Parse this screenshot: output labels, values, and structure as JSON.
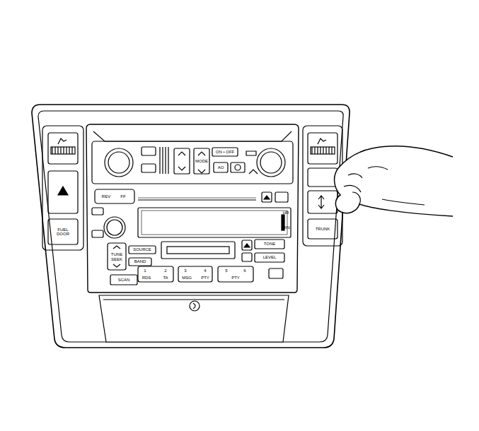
{
  "diagram": {
    "labels": [
      "REV",
      "FF",
      "ON • OFF",
      "MODE",
      "AO",
      "HR",
      "MIN",
      "TUNE",
      "SEEK",
      "SOURCE",
      "BAND",
      "TONE",
      "LEVEL",
      "1",
      "2",
      "RDS",
      "TA",
      "3",
      "4",
      "MSG",
      "PTY",
      "5",
      "6",
      "PTY",
      "SCAN",
      "TRUNK",
      "FUEL DOOR"
    ]
  }
}
